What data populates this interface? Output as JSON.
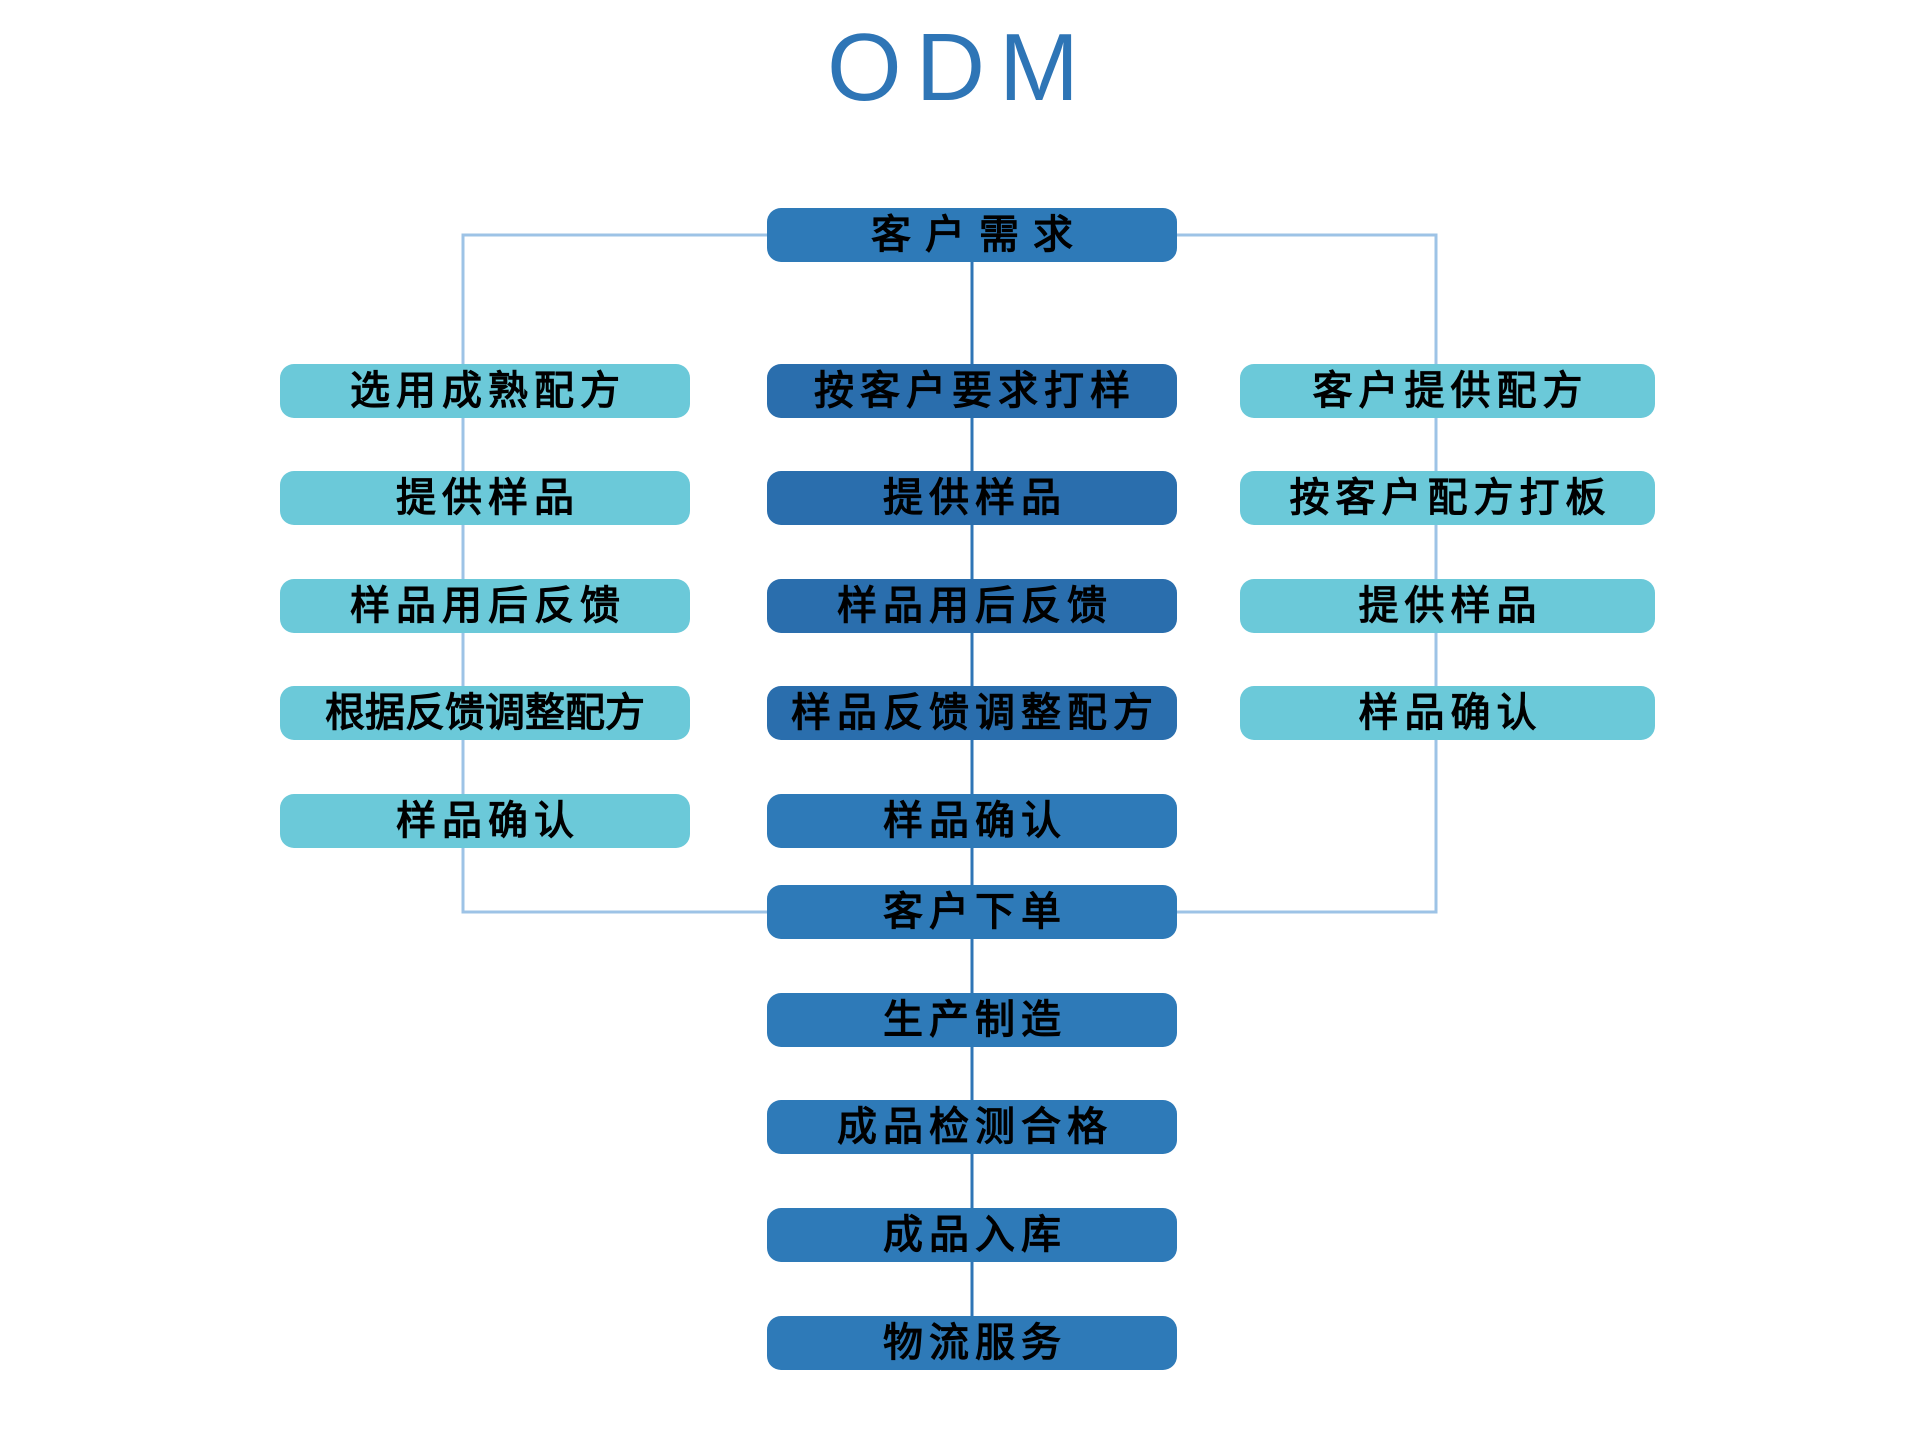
{
  "title": "ODM",
  "colors": {
    "title": "#2E75B6",
    "teal": "#6BC9D9",
    "mid_blue": "#2A6EAD",
    "blue": "#2E7AB8",
    "connector": "#9DC3E6",
    "background": "#FFFFFF"
  },
  "chart_data": {
    "type": "diagram",
    "title": "ODM",
    "orientation": "top-down",
    "nodes": [
      {
        "id": "start",
        "label": "客户需求",
        "column": "center",
        "row": 0,
        "color": "#2E7AB8"
      },
      {
        "id": "l1",
        "label": "选用成熟配方",
        "column": "left",
        "row": 1,
        "color": "#6BC9D9"
      },
      {
        "id": "l2",
        "label": "提供样品",
        "column": "left",
        "row": 2,
        "color": "#6BC9D9"
      },
      {
        "id": "l3",
        "label": "样品用后反馈",
        "column": "left",
        "row": 3,
        "color": "#6BC9D9"
      },
      {
        "id": "l4",
        "label": "根据反馈调整配方",
        "column": "left",
        "row": 4,
        "color": "#6BC9D9"
      },
      {
        "id": "l5",
        "label": "样品确认",
        "column": "left",
        "row": 5,
        "color": "#6BC9D9"
      },
      {
        "id": "c1",
        "label": "按客户要求打样",
        "column": "center",
        "row": 1,
        "color": "#2A6EAD"
      },
      {
        "id": "c2",
        "label": "提供样品",
        "column": "center",
        "row": 2,
        "color": "#2A6EAD"
      },
      {
        "id": "c3",
        "label": "样品用后反馈",
        "column": "center",
        "row": 3,
        "color": "#2A6EAD"
      },
      {
        "id": "c4",
        "label": "样品反馈调整配方",
        "column": "center",
        "row": 4,
        "color": "#2A6EAD"
      },
      {
        "id": "c5",
        "label": "样品确认",
        "column": "center",
        "row": 5,
        "color": "#2E7AB8"
      },
      {
        "id": "r1",
        "label": "客户提供配方",
        "column": "right",
        "row": 1,
        "color": "#6BC9D9"
      },
      {
        "id": "r2",
        "label": "按客户配方打板",
        "column": "right",
        "row": 2,
        "color": "#6BC9D9"
      },
      {
        "id": "r3",
        "label": "提供样品",
        "column": "right",
        "row": 3,
        "color": "#6BC9D9"
      },
      {
        "id": "r4",
        "label": "样品确认",
        "column": "right",
        "row": 4,
        "color": "#6BC9D9"
      },
      {
        "id": "m1",
        "label": "客户下单",
        "column": "center",
        "row": 6,
        "color": "#2E7AB8"
      },
      {
        "id": "m2",
        "label": "生产制造",
        "column": "center",
        "row": 7,
        "color": "#2E7AB8"
      },
      {
        "id": "m3",
        "label": "成品检测合格",
        "column": "center",
        "row": 8,
        "color": "#2E7AB8"
      },
      {
        "id": "m4",
        "label": "成品入库",
        "column": "center",
        "row": 9,
        "color": "#2E7AB8"
      },
      {
        "id": "m5",
        "label": "物流服务",
        "column": "center",
        "row": 10,
        "color": "#2E7AB8"
      }
    ],
    "edges": [
      {
        "from": "start",
        "to": "l1",
        "style": "elbow-left"
      },
      {
        "from": "start",
        "to": "c1",
        "style": "straight"
      },
      {
        "from": "start",
        "to": "r1",
        "style": "elbow-right"
      },
      {
        "from": "l5",
        "to": "m1",
        "style": "elbow-left"
      },
      {
        "from": "c5",
        "to": "m1",
        "style": "straight"
      },
      {
        "from": "r4",
        "to": "m1",
        "style": "elbow-right"
      },
      {
        "from": "m1",
        "to": "m2",
        "style": "straight"
      },
      {
        "from": "m2",
        "to": "m3",
        "style": "straight"
      },
      {
        "from": "m3",
        "to": "m4",
        "style": "straight"
      },
      {
        "from": "m4",
        "to": "m5",
        "style": "straight"
      }
    ]
  }
}
